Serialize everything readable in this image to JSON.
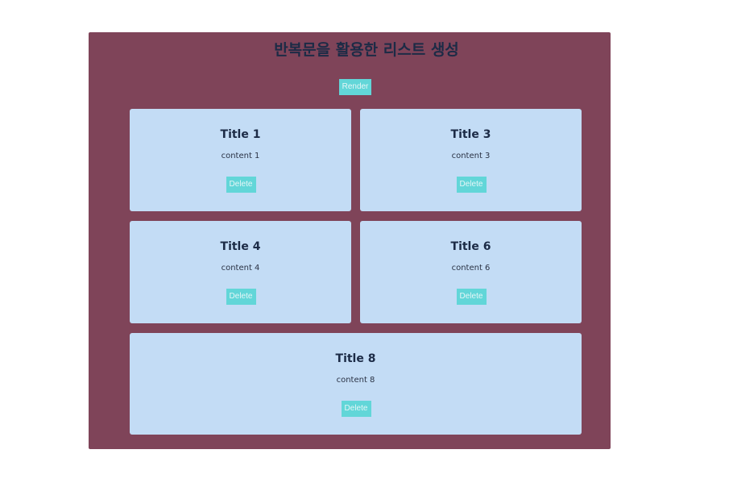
{
  "page": {
    "title": "반복문을 활용한 리스트 생성",
    "render_label": "Render"
  },
  "colors": {
    "background": "#ffffff",
    "panel": "#7f4459",
    "card": "#c3dcf5",
    "button": "#62d6d8",
    "heading_text": "#1c2b46"
  },
  "cards": [
    {
      "title": "Title 1",
      "content": "content 1",
      "delete_label": "Delete"
    },
    {
      "title": "Title 3",
      "content": "content 3",
      "delete_label": "Delete"
    },
    {
      "title": "Title 4",
      "content": "content 4",
      "delete_label": "Delete"
    },
    {
      "title": "Title 6",
      "content": "content 6",
      "delete_label": "Delete"
    },
    {
      "title": "Title 8",
      "content": "content 8",
      "delete_label": "Delete"
    }
  ]
}
